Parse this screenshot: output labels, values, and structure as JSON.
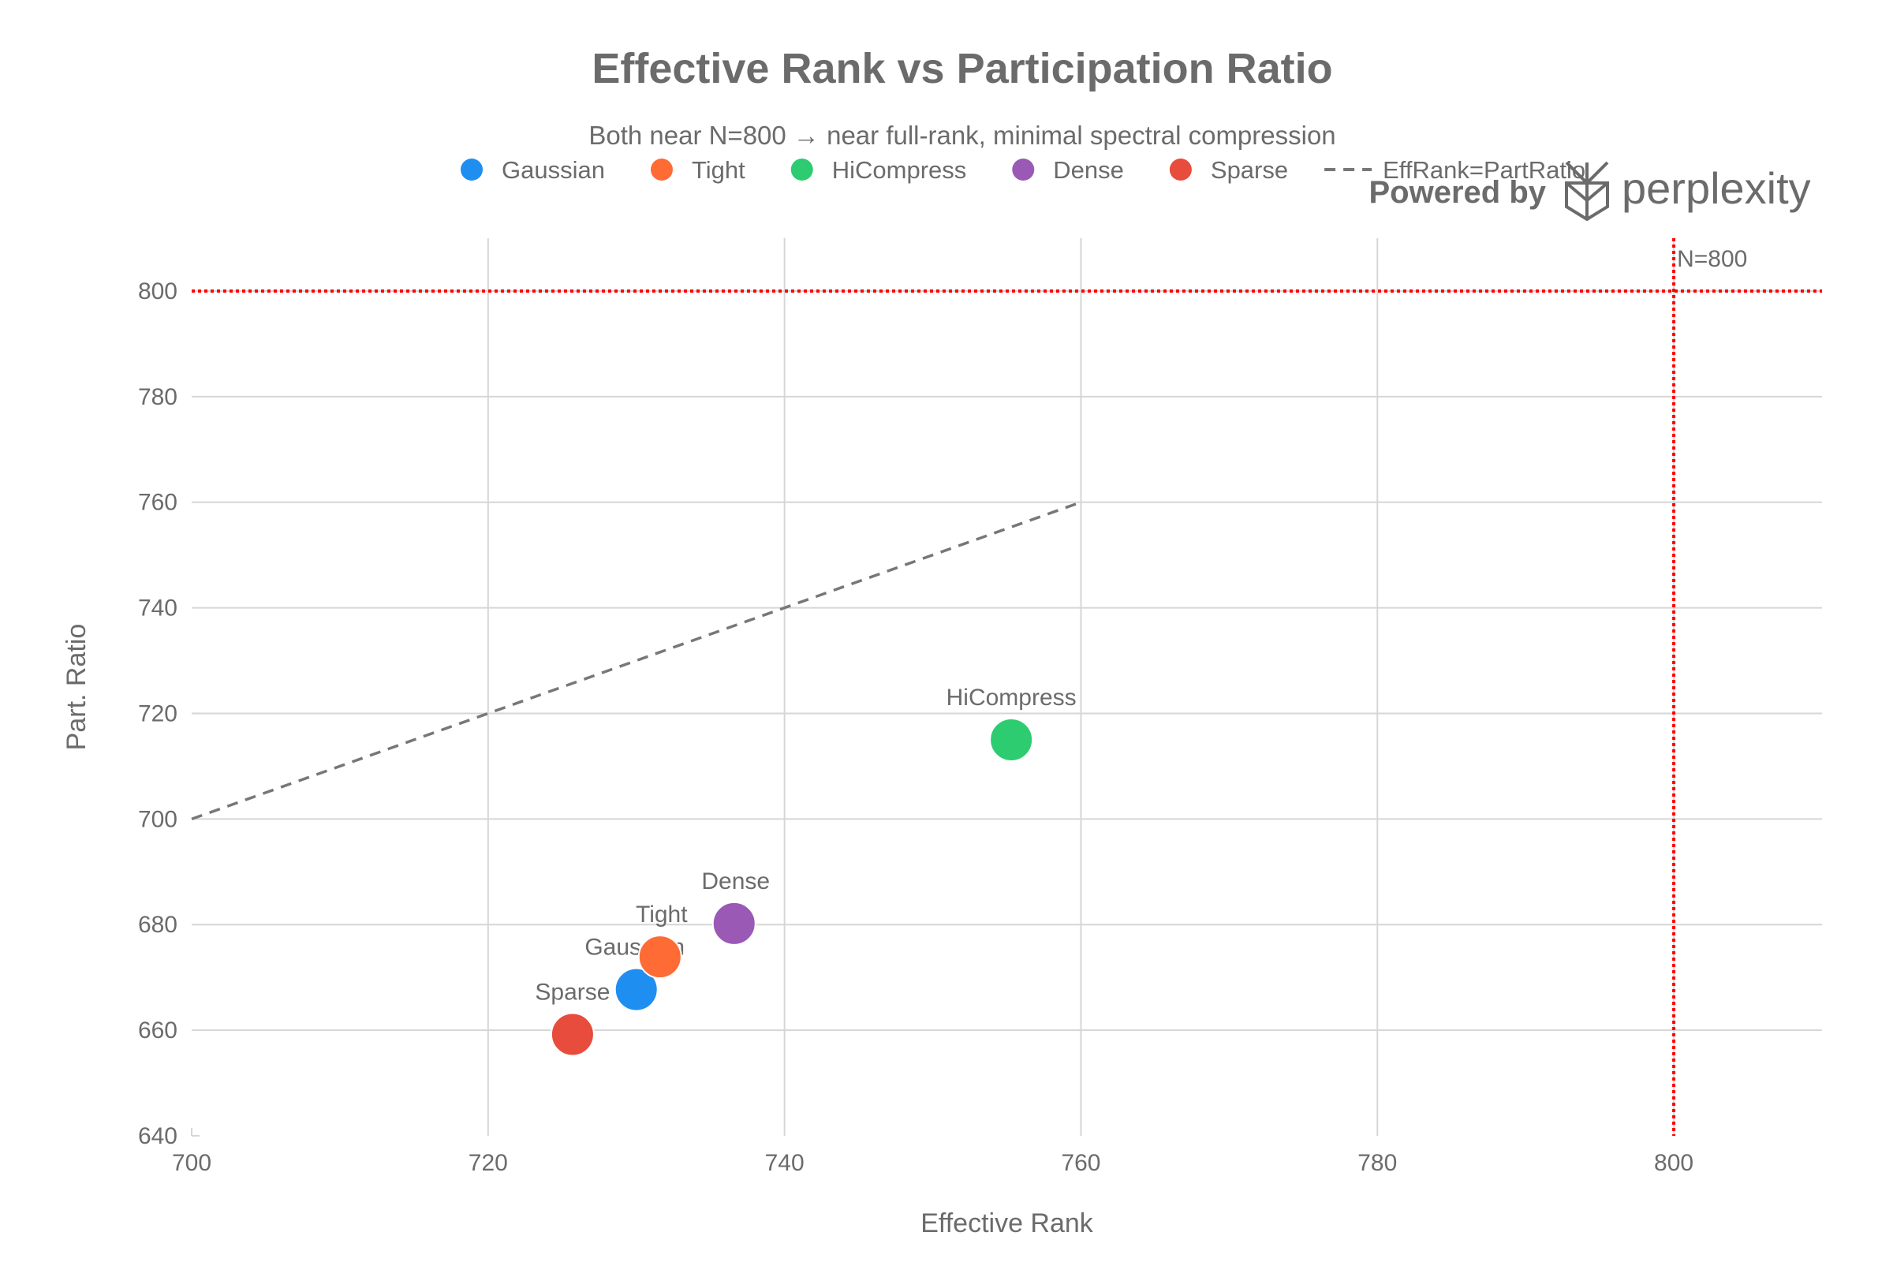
{
  "chart_data": {
    "type": "scatter",
    "title": "Effective Rank vs Participation Ratio",
    "subtitle": "Both near N=800 → near full-rank, minimal spectral compression",
    "xlabel": "Effective Rank",
    "ylabel": "Part. Ratio",
    "xlim": [
      700,
      810
    ],
    "ylim": [
      640,
      810
    ],
    "xticks": [
      700,
      720,
      740,
      760,
      780,
      800
    ],
    "yticks": [
      640,
      660,
      680,
      700,
      720,
      740,
      760,
      780,
      800
    ],
    "grid": true,
    "legend_position": "top",
    "series": [
      {
        "name": "Gaussian",
        "color": "#1f8ef1",
        "points": [
          {
            "x": 730.0,
            "y": 667.7,
            "label": "Gaussian"
          }
        ]
      },
      {
        "name": "Tight",
        "color": "#ff6b35",
        "points": [
          {
            "x": 731.6,
            "y": 673.9,
            "label": "Tight"
          }
        ]
      },
      {
        "name": "HiCompress",
        "color": "#2ecc71",
        "points": [
          {
            "x": 755.3,
            "y": 715.0,
            "label": "HiCompress"
          }
        ]
      },
      {
        "name": "Dense",
        "color": "#9b59b6",
        "points": [
          {
            "x": 736.6,
            "y": 680.2,
            "label": "Dense"
          }
        ]
      },
      {
        "name": "Sparse",
        "color": "#e74c3c",
        "points": [
          {
            "x": 725.7,
            "y": 659.2,
            "label": "Sparse"
          }
        ]
      }
    ],
    "reference_line": {
      "name": "EffRank=PartRatio",
      "color": "#777777",
      "x": [
        700,
        760
      ],
      "y": [
        700,
        760
      ]
    },
    "threshold_lines": {
      "color": "#ff0000",
      "vertical_x": 800,
      "horizontal_y": 800,
      "annotation": "N=800"
    }
  },
  "branding": {
    "prefix": "Powered by",
    "name": "perplexity"
  }
}
